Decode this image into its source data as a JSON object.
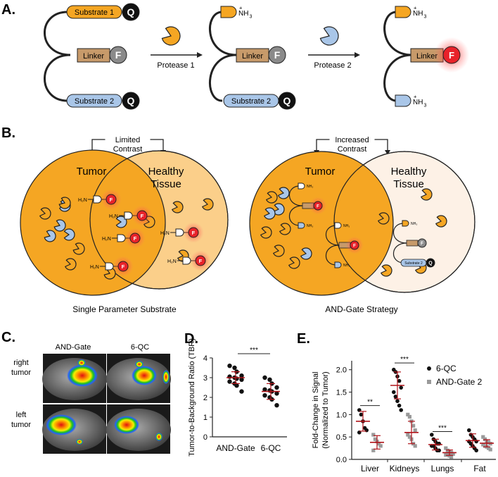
{
  "panel_labels": {
    "a": "A.",
    "b": "B.",
    "c": "C.",
    "d": "D.",
    "e": "E."
  },
  "colors": {
    "orange": "#f5a623",
    "linker": "#c79a6a",
    "blue": "#a9c6e8",
    "red": "#e8222a",
    "quencher": "#111111",
    "fluor_off": "#8a8a8a"
  },
  "panel_a": {
    "substrate1": "Substrate 1",
    "substrate2": "Substrate 2",
    "linker": "Linker",
    "fluor": "F",
    "quencher": "Q",
    "nh3": "NH",
    "nh3_sub": "3",
    "charge": "+",
    "protease1": "Protease 1",
    "protease2": "Protease 2"
  },
  "panel_b": {
    "left_contrast": [
      "Limited",
      "Contrast"
    ],
    "right_contrast": [
      "Increased",
      "Contrast"
    ],
    "tumor": "Tumor",
    "healthy": [
      "Healthy",
      "Tissue"
    ],
    "left_caption": "Single Parameter Substrate",
    "right_caption": "AND-Gate Strategy",
    "h2n": "H₂N",
    "mini_nh3": "NH₃",
    "mini_substrate2": "Substrate 2"
  },
  "panel_c": {
    "col_labels": [
      "AND-Gate",
      "6-QC"
    ],
    "row_labels": [
      [
        "right",
        "tumor"
      ],
      [
        "left",
        "tumor"
      ]
    ]
  },
  "chart_data": [
    {
      "type": "scatter",
      "ylabel": "Tumor-to-Background Ratio (TBR)",
      "categories": [
        "AND-Gate",
        "6-QC"
      ],
      "ylim": [
        0,
        4
      ],
      "yticks": [
        0,
        1,
        2,
        3,
        4
      ],
      "series": [
        {
          "name": "AND-Gate",
          "values": [
            3.6,
            3.5,
            3.3,
            3.1,
            3.05,
            3.0,
            2.95,
            2.9,
            2.8,
            2.7,
            2.6,
            2.3
          ],
          "mean": 3.0,
          "sd": 0.3
        },
        {
          "name": "6-QC",
          "values": [
            3.0,
            2.9,
            2.7,
            2.5,
            2.4,
            2.35,
            2.3,
            2.2,
            2.1,
            2.0,
            1.9,
            1.6
          ],
          "mean": 2.3,
          "sd": 0.4
        }
      ],
      "significance": "***"
    },
    {
      "type": "scatter",
      "ylabel": "Fold-Change in Signal (Normalized to Tumor)",
      "categories": [
        "Liver",
        "Kidneys",
        "Lungs",
        "Fat"
      ],
      "ylim": [
        0,
        2.2
      ],
      "yticks": [
        0.0,
        0.5,
        1.0,
        1.5,
        2.0
      ],
      "legend_position": "top-right",
      "series": [
        {
          "name": "6-QC",
          "values": [
            [
              1.1,
              1.0,
              0.85,
              0.7,
              0.65,
              0.6
            ],
            [
              2.0,
              1.95,
              1.85,
              1.75,
              1.6,
              1.5,
              1.4,
              1.3,
              1.2,
              1.1
            ],
            [
              0.55,
              0.45,
              0.4,
              0.35,
              0.35,
              0.3,
              0.3,
              0.25,
              0.2,
              0.2
            ],
            [
              0.65,
              0.55,
              0.5,
              0.45,
              0.4,
              0.4,
              0.35,
              0.3,
              0.25,
              0.2
            ]
          ],
          "means": [
            0.85,
            1.65,
            0.33,
            0.42
          ],
          "sds": [
            0.22,
            0.3,
            0.12,
            0.15
          ]
        },
        {
          "name": "AND-Gate 2",
          "values": [
            [
              0.55,
              0.45,
              0.4,
              0.35,
              0.3,
              0.2
            ],
            [
              1.0,
              0.95,
              0.85,
              0.75,
              0.65,
              0.55,
              0.5,
              0.45,
              0.35,
              0.3
            ],
            [
              0.25,
              0.2,
              0.18,
              0.15,
              0.12,
              0.1,
              0.1,
              0.08,
              0.05
            ],
            [
              0.5,
              0.45,
              0.4,
              0.38,
              0.35,
              0.33,
              0.3,
              0.28,
              0.25,
              0.22
            ]
          ],
          "means": [
            0.38,
            0.6,
            0.15,
            0.36
          ],
          "sds": [
            0.15,
            0.25,
            0.06,
            0.08
          ]
        }
      ],
      "significance": [
        "**",
        "***",
        "***",
        ""
      ]
    }
  ]
}
